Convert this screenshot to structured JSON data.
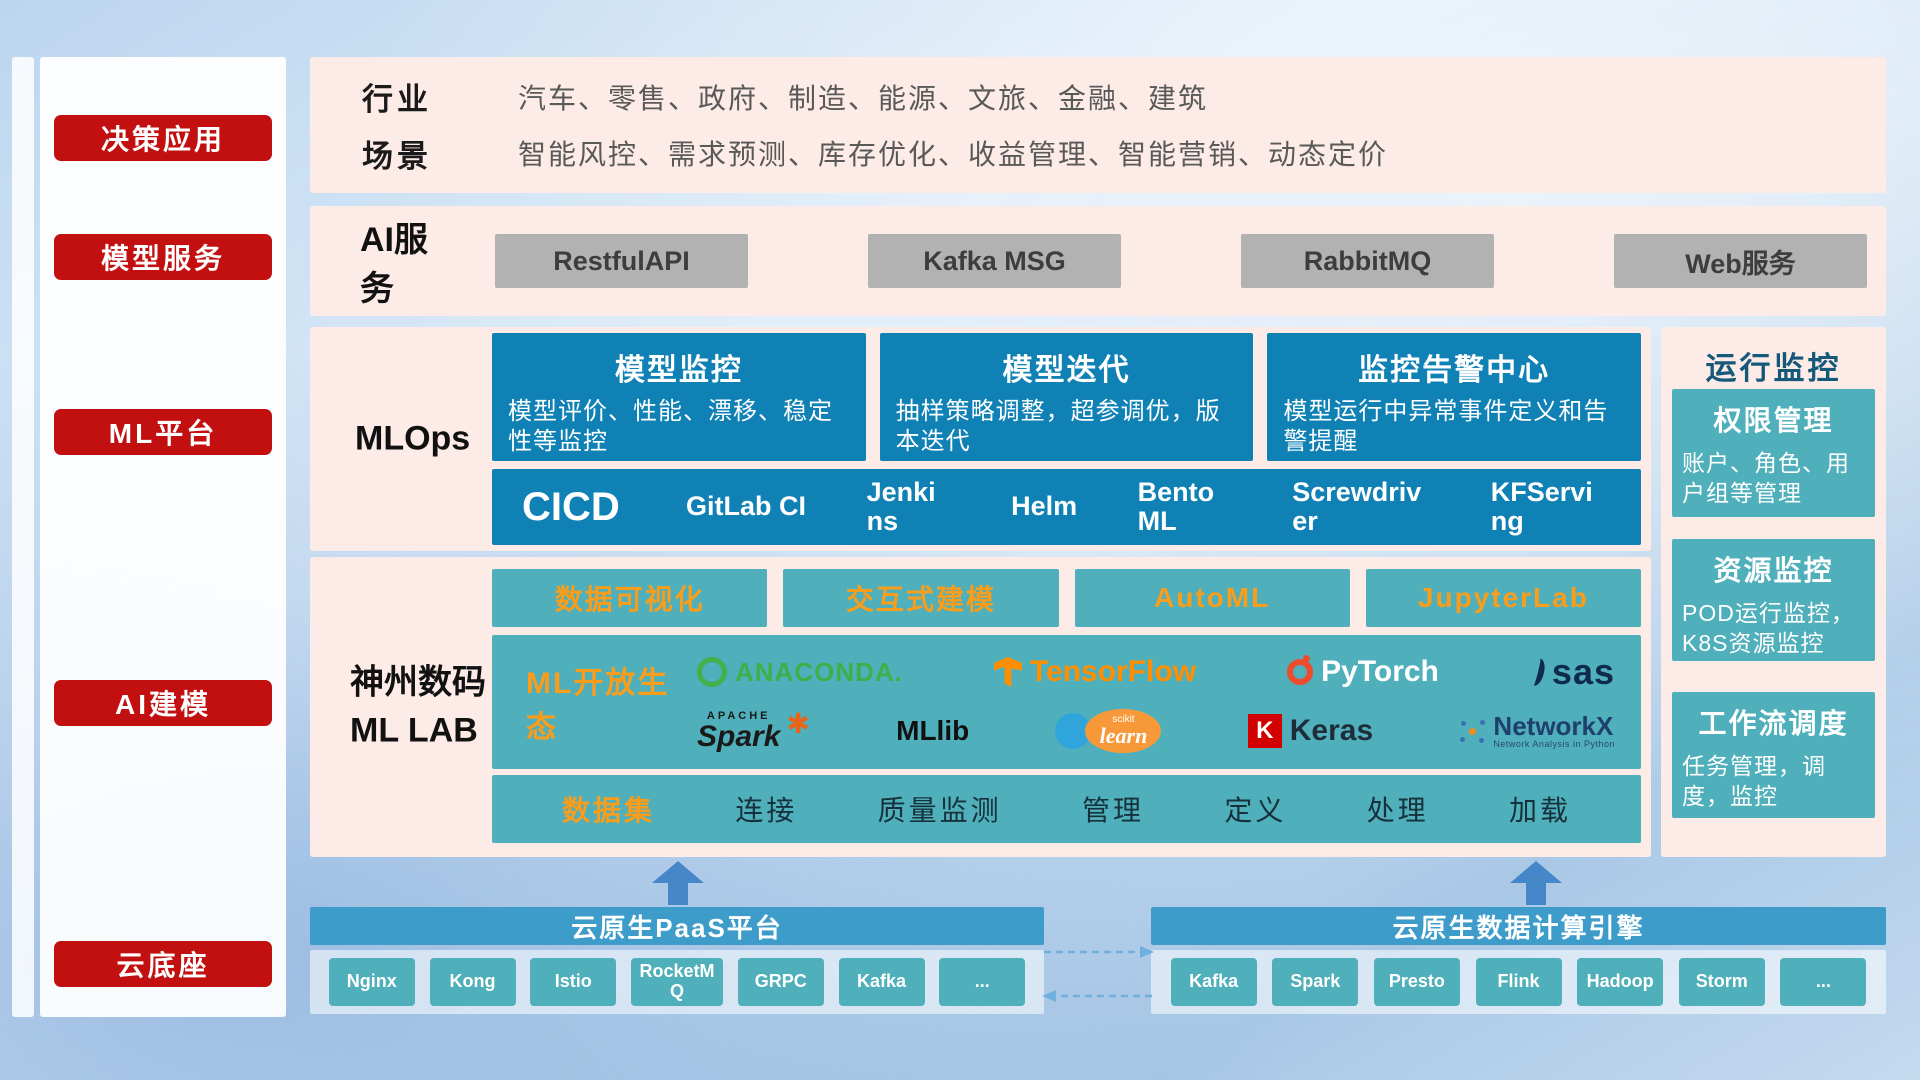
{
  "colors": {
    "red": "#c20f0f",
    "panel": "#fcebe6",
    "blue": "#0f81b5",
    "teal": "#4fafba",
    "orange": "#f99d1c",
    "bar": "#3d9cc9",
    "grayBtn": "#b2b2b2",
    "arrowBlue": "#4587c8",
    "dashBlue": "#6fb0de"
  },
  "sidebar": {
    "items": [
      "决策应用",
      "模型服务",
      "ML平台",
      "AI建模",
      "云底座"
    ]
  },
  "industry": {
    "rows": [
      {
        "label": "行业",
        "value": "汽车、零售、政府、制造、能源、文旅、金融、建筑"
      },
      {
        "label": "场景",
        "value": "智能风控、需求预测、库存优化、收益管理、智能营销、动态定价"
      }
    ]
  },
  "ai_service": {
    "label": "AI服务",
    "items": [
      "RestfulAPI",
      "Kafka MSG",
      "RabbitMQ",
      "Web服务"
    ]
  },
  "mlops": {
    "label": "MLOps",
    "cards": [
      {
        "title": "模型监控",
        "desc": "模型评价、性能、漂移、稳定性等监控"
      },
      {
        "title": "模型迭代",
        "desc": "抽样策略调整，超参调优，版本迭代"
      },
      {
        "title": "监控告警中心",
        "desc": "模型运行中异常事件定义和告警提醒"
      }
    ],
    "cicd_label": "CICD",
    "cicd_items": [
      "GitLab CI",
      "Jenkins",
      "Helm",
      "BentoML",
      "Screwdriver",
      "KFServing"
    ]
  },
  "monitoring": {
    "title": "运行监控",
    "cards": [
      {
        "title": "权限管理",
        "desc": "账户、角色、用户组等管理"
      },
      {
        "title": "资源监控",
        "desc": "POD运行监控，K8S资源监控"
      },
      {
        "title": "工作流调度",
        "desc": "任务管理，调度，监控"
      }
    ]
  },
  "mllab": {
    "label_line1": "神州数码",
    "label_line2": "ML LAB",
    "tools": [
      "数据可视化",
      "交互式建模",
      "AutoML",
      "JupyterLab"
    ],
    "eco_label": "ML开放生态",
    "logos": {
      "anaconda": "ANACONDA.",
      "tensorflow": "TensorFlow",
      "pytorch": "PyTorch",
      "sas": "sas",
      "spark_top": "APACHE",
      "spark": "Spark",
      "mllib": "MLlib",
      "scikit_top": "scikit",
      "scikit": "learn",
      "keras_letter": "K",
      "keras": "Keras",
      "networkx": "NetworkX",
      "networkx_sub": "Network Analysis in Python"
    },
    "dataset_label": "数据集",
    "dataset_items": [
      "连接",
      "质量监测",
      "管理",
      "定义",
      "处理",
      "加载"
    ]
  },
  "paas": {
    "title": "云原生PaaS平台",
    "items": [
      "Nginx",
      "Kong",
      "Istio",
      "RocketMQ",
      "GRPC",
      "Kafka",
      "..."
    ]
  },
  "data_engine": {
    "title": "云原生数据计算引擎",
    "items": [
      "Kafka",
      "Spark",
      "Presto",
      "Flink",
      "Hadoop",
      "Storm",
      "..."
    ]
  }
}
